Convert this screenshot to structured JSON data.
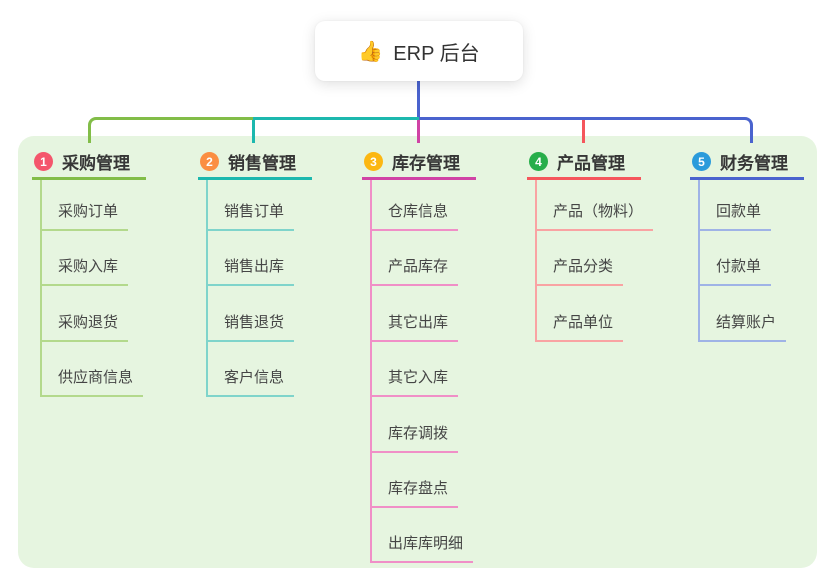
{
  "root": {
    "icon": "thumbs-up-icon",
    "icon_char": "👍",
    "title": "ERP 后台"
  },
  "colors": {
    "page_bg": "#ffffff",
    "panel_bg": "#e6f5e0",
    "trunk": "#4a63ce",
    "text_dark": "#363636"
  },
  "branches": [
    {
      "num": "1",
      "title": "采购管理",
      "badge": "#f4566c",
      "line": "#82bd48",
      "soft": "#b3d98c",
      "items": [
        "采购订单",
        "采购入库",
        "采购退货",
        "供应商信息"
      ]
    },
    {
      "num": "2",
      "title": "销售管理",
      "badge": "#fb8e42",
      "line": "#1cb8ae",
      "soft": "#7fd4cb",
      "items": [
        "销售订单",
        "销售出库",
        "销售退货",
        "客户信息"
      ]
    },
    {
      "num": "3",
      "title": "库存管理",
      "badge": "#fcb712",
      "line": "#d043a5",
      "soft": "#f08fc7",
      "items": [
        "仓库信息",
        "产品库存",
        "其它出库",
        "其它入库",
        "库存调拨",
        "库存盘点",
        "出库库明细"
      ]
    },
    {
      "num": "4",
      "title": "产品管理",
      "badge": "#27ae4a",
      "line": "#f5565c",
      "soft": "#f9a3a3",
      "items": [
        "产品（物料）",
        "产品分类",
        "产品单位"
      ]
    },
    {
      "num": "5",
      "title": "财务管理",
      "badge": "#2a9bdb",
      "line": "#4a63ce",
      "soft": "#9fb3e6",
      "items": [
        "回款单",
        "付款单",
        "结算账户"
      ]
    }
  ]
}
